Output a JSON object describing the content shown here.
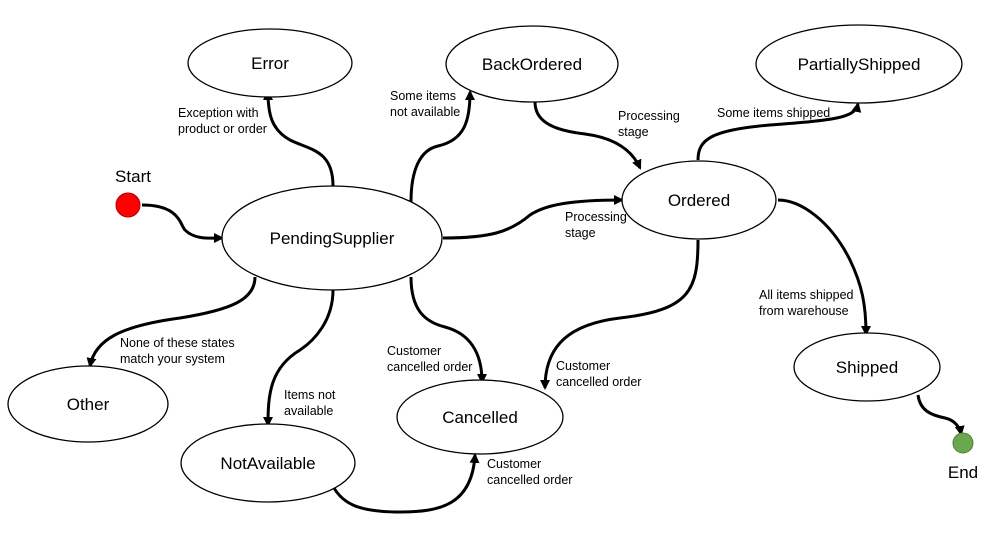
{
  "diagram": {
    "start_label": "Start",
    "end_label": "End",
    "colors": {
      "start": "#ff0000",
      "end": "#6aa84f",
      "stroke": "#000000"
    },
    "states": {
      "error": "Error",
      "backordered": "BackOrdered",
      "partiallyshipped": "PartiallyShipped",
      "ordered": "Ordered",
      "pendingsupplier": "PendingSupplier",
      "other": "Other",
      "notavailable": "NotAvailable",
      "cancelled": "Cancelled",
      "shipped": "Shipped"
    },
    "transitions": {
      "exception": [
        "Exception with",
        "product or order"
      ],
      "some_items_not_available": [
        "Some items",
        "not available"
      ],
      "processing_stage_top": [
        "Processing",
        "stage"
      ],
      "some_items_shipped": [
        "Some items shipped"
      ],
      "processing_stage_mid": [
        "Processing",
        "stage"
      ],
      "none_of_these": [
        "None of these states",
        "match your system"
      ],
      "items_not_available": [
        "Items not",
        "available"
      ],
      "customer_cancelled_left": [
        "Customer",
        "cancelled order"
      ],
      "customer_cancelled_right": [
        "Customer",
        "cancelled order"
      ],
      "customer_cancelled_bottom": [
        "Customer",
        "cancelled order"
      ],
      "all_items_shipped": [
        "All items shipped",
        "from warehouse"
      ]
    }
  }
}
